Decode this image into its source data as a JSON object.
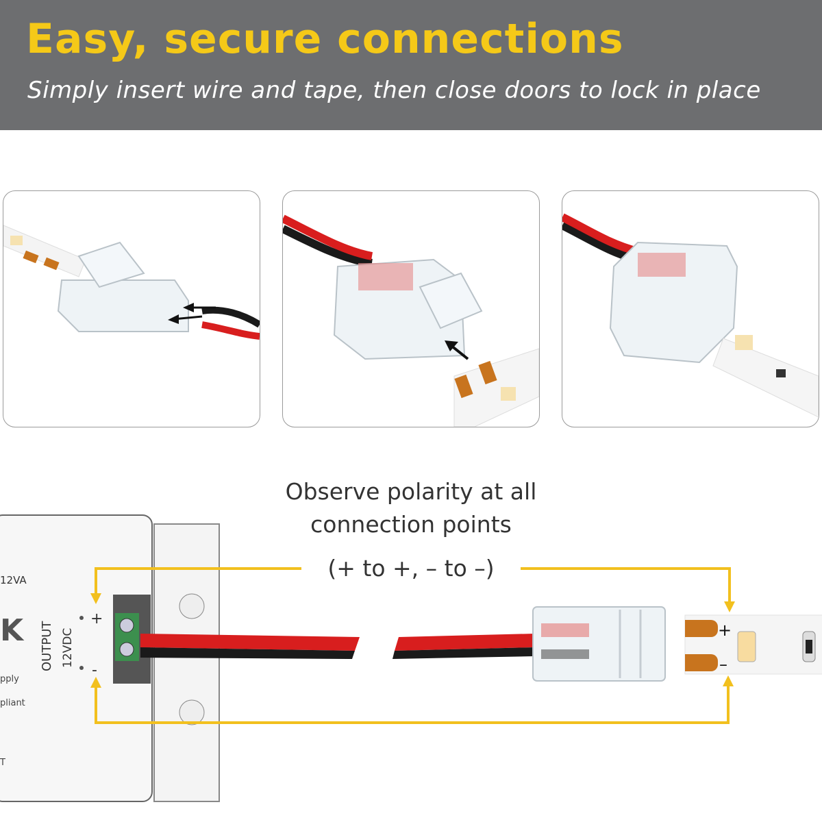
{
  "header": {
    "title": "Easy, secure connections",
    "subtitle": "Simply insert wire and tape, then close doors to lock in place"
  },
  "steps": [
    {
      "name": "insert-wire"
    },
    {
      "name": "insert-tape"
    },
    {
      "name": "closed-connector"
    }
  ],
  "polarity": {
    "line1": "Observe polarity at all",
    "line2": "connection points",
    "rule": "(+ to +, – to –)"
  },
  "power_supply": {
    "rating": "12VA",
    "output_label": "OUTPUT",
    "voltage_label": "12VDC",
    "plus": "+",
    "minus": "-",
    "partial_text_1": "pply",
    "partial_text_2": "pliant",
    "partial_text_3": "T",
    "logo_fragment": "K"
  },
  "led_strip": {
    "plus": "+",
    "minus": "–"
  },
  "colors": {
    "header_bg": "#6d6e70",
    "title": "#f5c918",
    "arrow": "#f2c01e",
    "wire_red": "#d81e1e",
    "wire_black": "#1a1a1a",
    "pad_copper": "#c8741e"
  }
}
